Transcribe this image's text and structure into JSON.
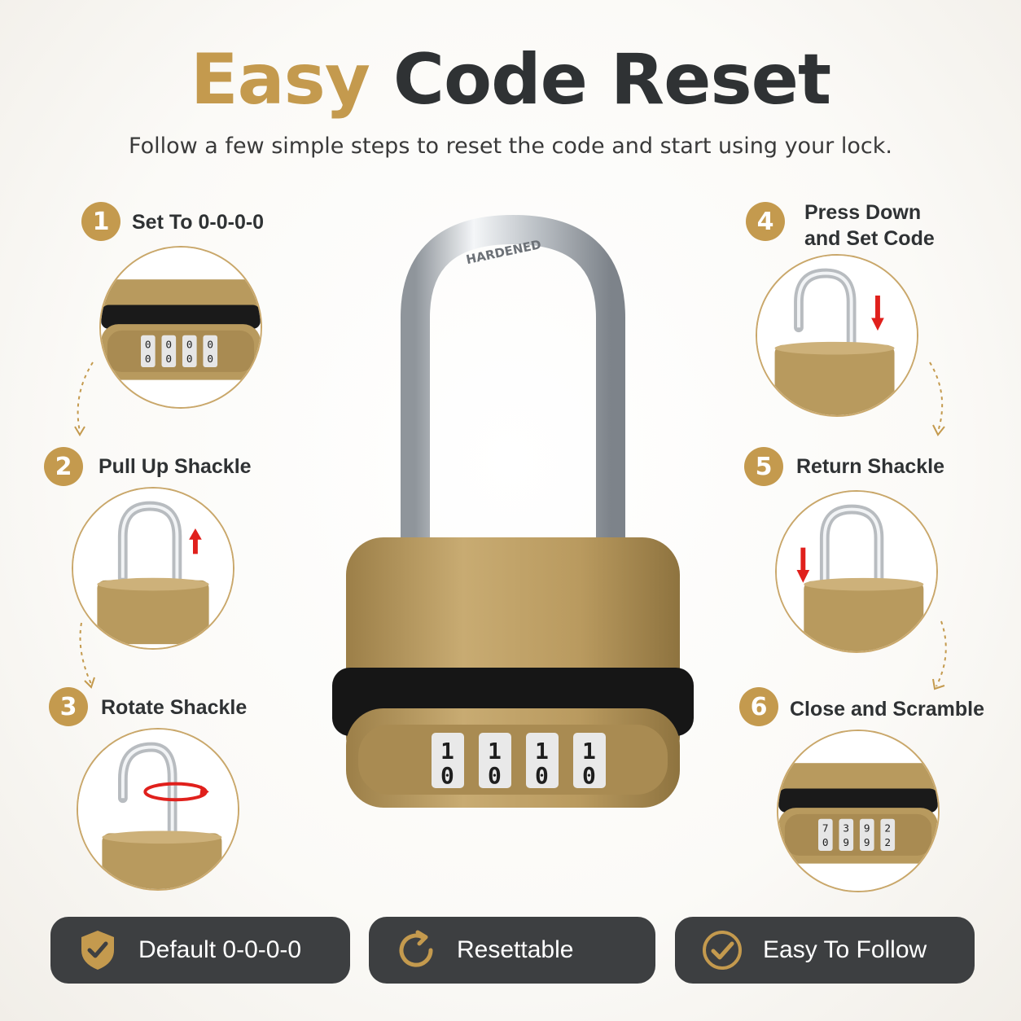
{
  "header": {
    "title_accent": "Easy",
    "title_main": "Code Reset",
    "subtitle": "Follow a few simple steps to reset the code and start using your lock."
  },
  "main_lock": {
    "shackle_text": "HARDENED",
    "dials": [
      "1",
      "1",
      "1",
      "1"
    ],
    "dials_below": [
      "0",
      "0",
      "0",
      "0"
    ]
  },
  "steps": [
    {
      "number": "1",
      "label": "Set To 0-0-0-0",
      "dials": [
        "0",
        "0",
        "0",
        "0"
      ]
    },
    {
      "number": "2",
      "label": "Pull Up Shackle"
    },
    {
      "number": "3",
      "label": "Rotate Shackle"
    },
    {
      "number": "4",
      "label_line1": "Press Down",
      "label_line2": "and Set Code"
    },
    {
      "number": "5",
      "label": "Return Shackle"
    },
    {
      "number": "6",
      "label": "Close and Scramble",
      "dials": [
        "7",
        "3",
        "9",
        "2"
      ],
      "dials_below": [
        "0",
        "9",
        "9",
        "2"
      ]
    }
  ],
  "features": [
    {
      "label": "Default 0-0-0-0",
      "icon": "shield-check-icon"
    },
    {
      "label": "Resettable",
      "icon": "refresh-icon"
    },
    {
      "label": "Easy To Follow",
      "icon": "check-circle-icon"
    }
  ],
  "colors": {
    "gold": "#c49a4e",
    "dark": "#2f3234",
    "pill": "#3d3f41",
    "brass": "#b89a5e",
    "arrow_red": "#e0201c"
  }
}
